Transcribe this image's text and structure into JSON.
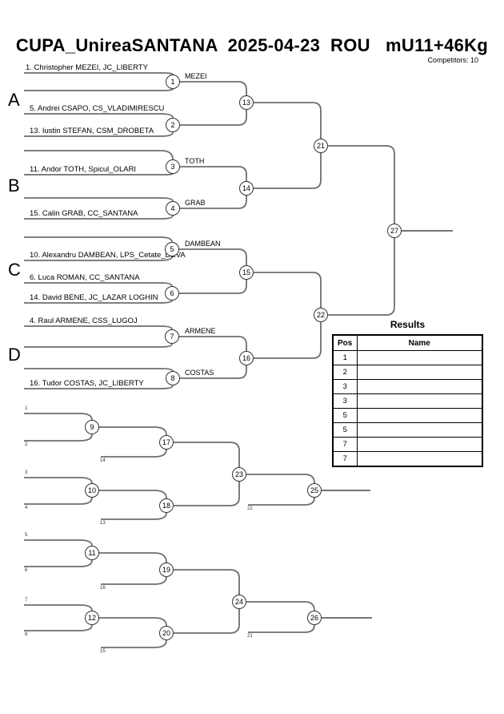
{
  "header": {
    "title": "CUPA_UnireaSANTANA  2025-04-23  ROU   mU11+46Kg",
    "competitors_label": "Competitors: 10"
  },
  "group_labels": {
    "A": "A",
    "B": "B",
    "C": "C",
    "D": "D"
  },
  "entries": {
    "seed1": "1. Christopher MEZEI, JC_LIBERTY",
    "seed5": "5. Andrei CSAPO, CS_VLADIMIRESCU",
    "seed13": "13. Iustin STEFAN, CSM_DROBETA",
    "seed11": "11. Andor TOTH, Spicul_OLARI",
    "seed15": "15. Calin GRAB, CC_SANTANA",
    "seed10": "10. Alexandru DAMBEAN, LPS_Cetate_DEVA",
    "seed6": "6. Luca ROMAN, CC_SANTANA",
    "seed14": "14. David BENE, JC_LAZAR LOGHIN",
    "seed4": "4. Raul ARMENE, CSS_LUGOJ",
    "seed16": "16. Tudor COSTAS, JC_LIBERTY"
  },
  "advancers": {
    "m1": "MEZEI",
    "m3": "TOTH",
    "m4": "GRAB",
    "m5": "DAMBEAN",
    "m7": "ARMENE",
    "m8": "COSTAS"
  },
  "match_numbers": {
    "m1": "1",
    "m2": "2",
    "m3": "3",
    "m4": "4",
    "m5": "5",
    "m6": "6",
    "m7": "7",
    "m8": "8",
    "m9": "9",
    "m10": "10",
    "m11": "11",
    "m12": "12",
    "m13": "13",
    "m14": "14",
    "m15": "15",
    "m16": "16",
    "m17": "17",
    "m18": "18",
    "m19": "19",
    "m20": "20",
    "m21": "21",
    "m22": "22",
    "m23": "23",
    "m24": "24",
    "m25": "25",
    "m26": "26",
    "m27": "27"
  },
  "repechage_seed_labels": {
    "r1": "1",
    "r2": "2",
    "r14": "14",
    "r3": "3",
    "r4": "4",
    "r13": "13",
    "r22": "22",
    "r5": "5",
    "r6": "6",
    "r16": "16",
    "r7": "7",
    "r8": "8",
    "r15": "15",
    "r21": "21"
  },
  "results": {
    "title": "Results",
    "col_pos": "Pos",
    "col_name": "Name",
    "rows": [
      {
        "pos": "1",
        "name": ""
      },
      {
        "pos": "2",
        "name": ""
      },
      {
        "pos": "3",
        "name": ""
      },
      {
        "pos": "3",
        "name": ""
      },
      {
        "pos": "5",
        "name": ""
      },
      {
        "pos": "5",
        "name": ""
      },
      {
        "pos": "7",
        "name": ""
      },
      {
        "pos": "7",
        "name": ""
      }
    ]
  }
}
